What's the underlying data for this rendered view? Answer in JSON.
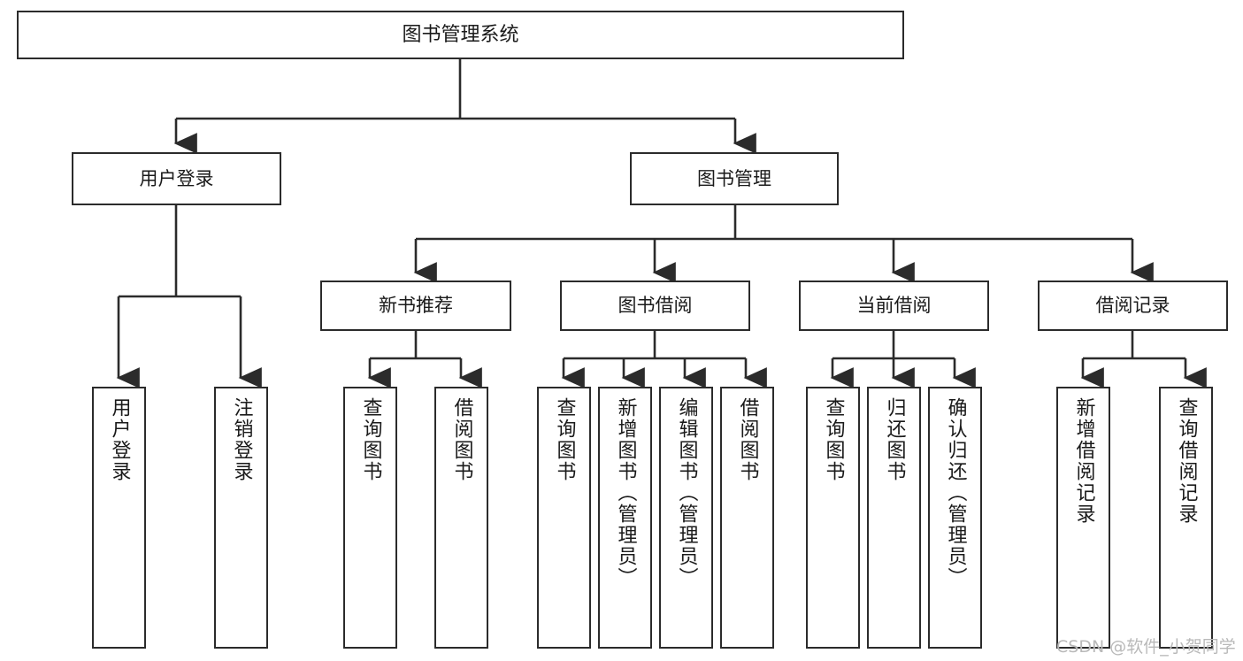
{
  "diagram": {
    "type": "tree-hierarchy",
    "title": "图书管理系统",
    "orientation": "top-down",
    "line_color": "#2b2b2b",
    "box_fill": "#ffffff",
    "text_color": "#1a1a1a"
  },
  "nodes": {
    "root": {
      "label": "图书管理系统",
      "level": 1
    },
    "user_login": {
      "label": "用户登录",
      "level": 2
    },
    "book_manage": {
      "label": "图书管理",
      "level": 2
    },
    "new_book_rec": {
      "label": "新书推荐",
      "level": 3
    },
    "book_borrow": {
      "label": "图书借阅",
      "level": 3
    },
    "current_borrow": {
      "label": "当前借阅",
      "level": 3
    },
    "borrow_record": {
      "label": "借阅记录",
      "level": 3
    }
  },
  "leaves": {
    "user_login_1": {
      "label": "用户登录"
    },
    "user_login_2": {
      "label": "注销登录"
    },
    "new_book_1": {
      "label": "查询图书"
    },
    "new_book_2": {
      "label": "借阅图书"
    },
    "borrow_1": {
      "label": "查询图书"
    },
    "borrow_2": {
      "label": "新增图书（管理员）"
    },
    "borrow_3": {
      "label": "编辑图书（管理员）"
    },
    "borrow_4": {
      "label": "借阅图书"
    },
    "current_1": {
      "label": "查询图书"
    },
    "current_2": {
      "label": "归还图书"
    },
    "current_3": {
      "label": "确认归还（管理员）"
    },
    "record_1": {
      "label": "新增借阅记录"
    },
    "record_2": {
      "label": "查询借阅记录"
    }
  },
  "watermark": {
    "text": "CSDN @软件_小贺同学"
  },
  "chart_data": {
    "type": "table",
    "title": "图书管理系统",
    "tree": [
      {
        "label": "图书管理系统",
        "children": [
          {
            "label": "用户登录",
            "children": [
              {
                "label": "用户登录"
              },
              {
                "label": "注销登录"
              }
            ]
          },
          {
            "label": "图书管理",
            "children": [
              {
                "label": "新书推荐",
                "children": [
                  {
                    "label": "查询图书"
                  },
                  {
                    "label": "借阅图书"
                  }
                ]
              },
              {
                "label": "图书借阅",
                "children": [
                  {
                    "label": "查询图书"
                  },
                  {
                    "label": "新增图书（管理员）"
                  },
                  {
                    "label": "编辑图书（管理员）"
                  },
                  {
                    "label": "借阅图书"
                  }
                ]
              },
              {
                "label": "当前借阅",
                "children": [
                  {
                    "label": "查询图书"
                  },
                  {
                    "label": "归还图书"
                  },
                  {
                    "label": "确认归还（管理员）"
                  }
                ]
              },
              {
                "label": "借阅记录",
                "children": [
                  {
                    "label": "新增借阅记录"
                  },
                  {
                    "label": "查询借阅记录"
                  }
                ]
              }
            ]
          }
        ]
      }
    ]
  }
}
